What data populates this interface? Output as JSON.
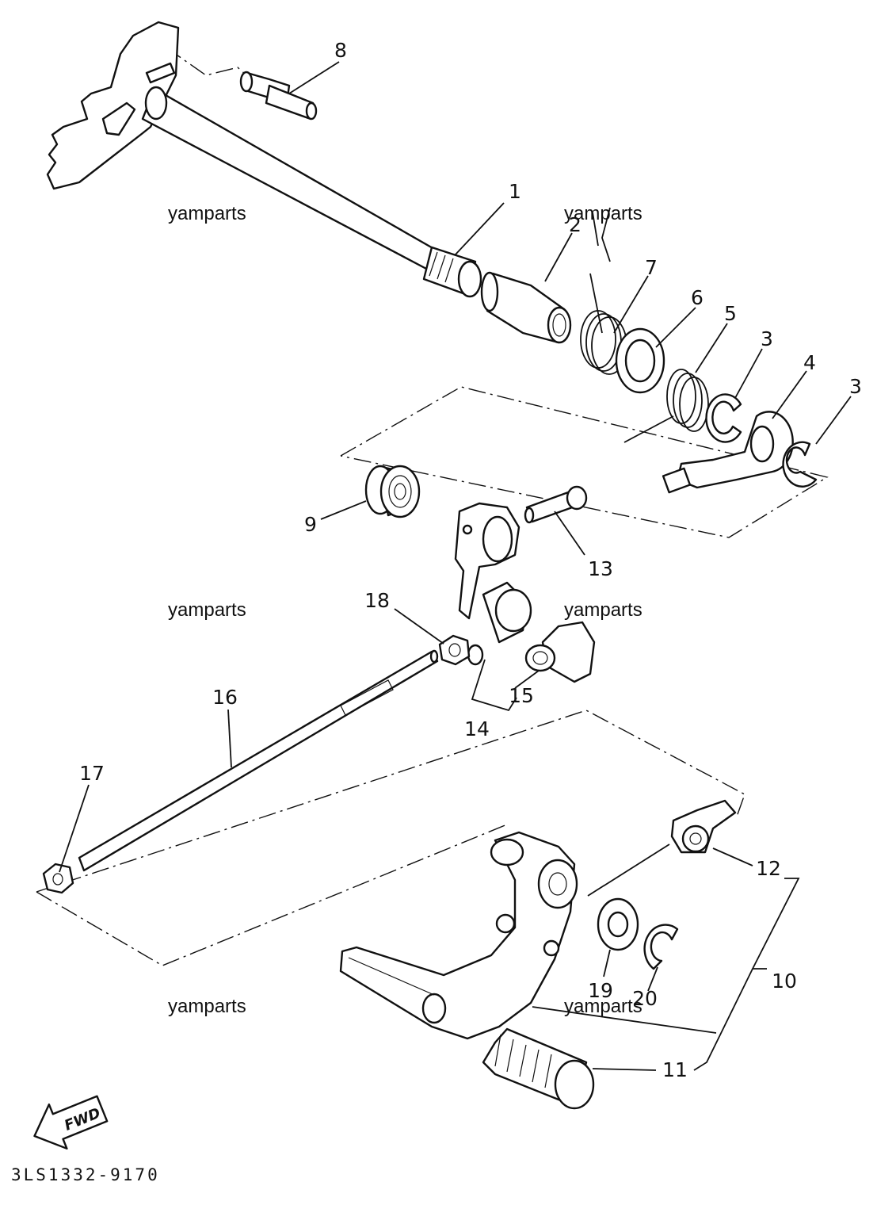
{
  "diagram": {
    "callouts": [
      "1",
      "2",
      "3",
      "3",
      "4",
      "5",
      "6",
      "7",
      "8",
      "9",
      "10",
      "11",
      "12",
      "13",
      "14",
      "15",
      "16",
      "17",
      "18",
      "19",
      "20"
    ],
    "fwd_label": "FWD",
    "diagram_code": "3LS1332-9170"
  },
  "watermarks": [
    "yamparts",
    "yamparts",
    "yamparts",
    "yamparts",
    "yamparts",
    "yamparts"
  ]
}
